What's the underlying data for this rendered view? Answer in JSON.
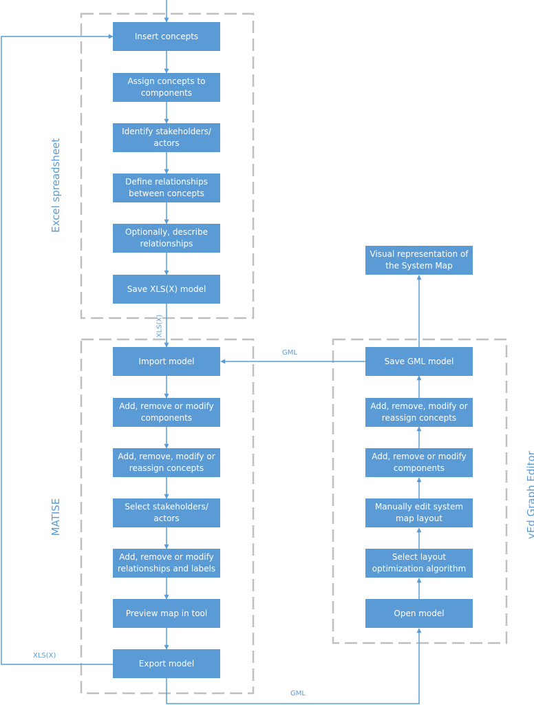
{
  "regions": {
    "excel": "Excel spreadsheet",
    "matise": "MATISE",
    "yed": "yEd Graph Editor"
  },
  "nodes": {
    "insert_concepts": "Insert concepts",
    "assign_concepts": "Assign concepts to components",
    "identify_stakeholders": "Identify stakeholders/ actors",
    "define_relationships": "Define relationships between concepts",
    "describe_relationships": "Optionally, describe relationships",
    "save_xls": "Save XLS(X) model",
    "import_model": "Import model",
    "matise_components": "Add, remove or modify components",
    "matise_concepts": "Add, remove, modify or reassign concepts",
    "select_stakeholders": "Select stakeholders/ actors",
    "matise_relationships": "Add, remove or modify relationships and labels",
    "preview_map": "Preview map in tool",
    "export_model": "Export model",
    "open_model": "Open model",
    "select_layout": "Select layout optimization algorithm",
    "edit_layout": "Manually edit system map layout",
    "yed_components": "Add, remove or modify components",
    "yed_concepts": "Add, remove, modify or reassign concepts",
    "save_gml": "Save GML model",
    "visual_representation": "Visual representation of the System Map"
  },
  "edge_labels": {
    "xls_down": "XLS(X)",
    "xls_loop": "XLS(X)",
    "gml_import": "GML",
    "gml_export": "GML"
  },
  "colors": {
    "box_fill": "#5b9bd5",
    "box_text": "#ffffff",
    "line": "#5b9bd5",
    "region_border": "#c0c0c0"
  }
}
